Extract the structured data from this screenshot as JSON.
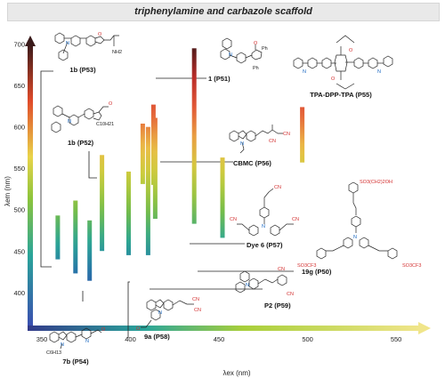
{
  "banner": {
    "title": "triphenylamine and carbazole scaffold"
  },
  "chart_data": {
    "type": "range-bar",
    "xlabel": "λex (nm)",
    "ylabel": "λem (nm)",
    "xlim": [
      345,
      560
    ],
    "ylim": [
      360,
      705
    ],
    "xticks": [
      350,
      400,
      450,
      500,
      550
    ],
    "yticks": [
      400,
      450,
      500,
      550,
      600,
      650,
      700
    ],
    "bars": [
      {
        "label": "1b (P53)",
        "x": 359,
        "y": [
          440,
          493
        ]
      },
      {
        "label": "7b (P54)",
        "x": 369,
        "y": [
          423,
          511
        ]
      },
      {
        "label": "",
        "x": 377,
        "y": [
          414,
          487
        ]
      },
      {
        "label": "1b (P52)",
        "x": 384,
        "y": [
          450,
          566
        ]
      },
      {
        "label": "9a (P58)",
        "x": 399,
        "y": [
          445,
          546
        ]
      },
      {
        "label": "",
        "x": 407,
        "y": [
          531,
          604
        ]
      },
      {
        "label": "P2 (P59)",
        "x": 410,
        "y": [
          445,
          600
        ]
      },
      {
        "label": "1 (P51)",
        "x": 413,
        "y": [
          530,
          627
        ]
      },
      {
        "label": "CBMC (P56)",
        "x": 414,
        "y": [
          489,
          611
        ]
      },
      {
        "label": "19g (P50)",
        "x": 436,
        "y": [
          483,
          695
        ]
      },
      {
        "label": "Dye 6 (P57)",
        "x": 452,
        "y": [
          466,
          563
        ]
      },
      {
        "label": "TPA-DPP-TPA (P55)",
        "x": 497,
        "y": [
          557,
          624
        ]
      }
    ],
    "color_scale": "wavelength gradient: blue (400 nm) → green → yellow → red → dark brown (700 nm)"
  },
  "structures": {
    "atoms": {
      "o": "O",
      "n": "N",
      "nh2": "NH2",
      "ph": "Ph",
      "cn": "CN",
      "c6h13": "C6H13",
      "c10h21": "C10H21",
      "so3cf3": "SO3CF3",
      "so3chain": "SO3(CH2)2OH"
    }
  }
}
